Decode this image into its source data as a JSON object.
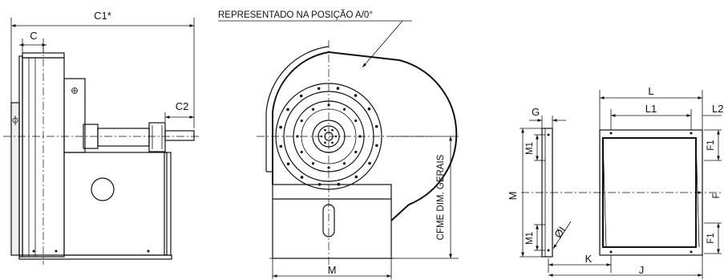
{
  "labels": {
    "c1": "C1*",
    "c": "C",
    "c2": "C2",
    "note": "REPRESENTADO NA POSIÇÃO A/0°",
    "cfme": "CFME DIM. GERAIS",
    "m_front": "M",
    "g": "G",
    "m1_top": "M1",
    "m_side": "M",
    "m1_bottom": "M1",
    "dia": "ØI",
    "k": "K",
    "j": "J",
    "l": "L",
    "l1": "L1",
    "l2": "L2",
    "f1_top": "F1",
    "f_side": "F",
    "f1_bottom": "F1"
  }
}
